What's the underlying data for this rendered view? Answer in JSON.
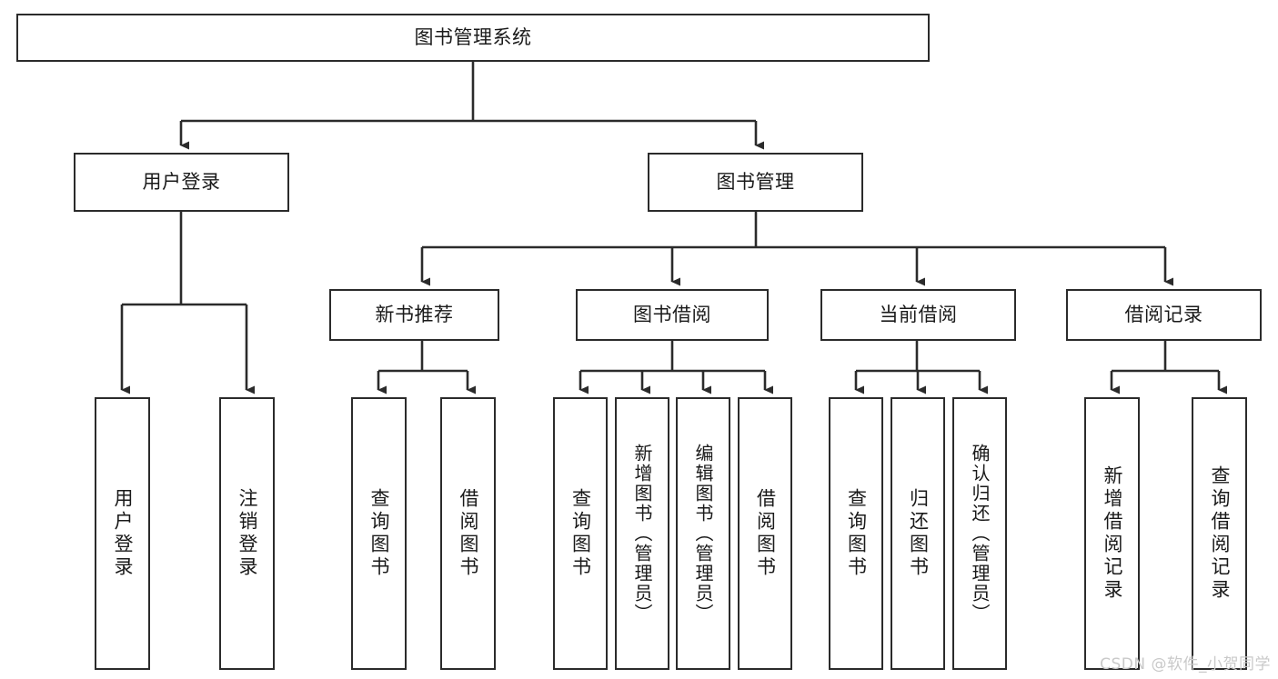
{
  "diagram": {
    "type": "tree-hierarchy",
    "root": {
      "label": "图书管理系统",
      "orientation": "horizontal"
    },
    "level2": [
      {
        "label": "用户登录",
        "orientation": "horizontal"
      },
      {
        "label": "图书管理",
        "orientation": "horizontal"
      }
    ],
    "level3": [
      {
        "label": "新书推荐",
        "orientation": "horizontal"
      },
      {
        "label": "图书借阅",
        "orientation": "horizontal"
      },
      {
        "label": "当前借阅",
        "orientation": "horizontal"
      },
      {
        "label": "借阅记录",
        "orientation": "horizontal"
      }
    ],
    "leaves": {
      "user_login": [
        {
          "label": "用户登录",
          "orientation": "vertical"
        },
        {
          "label": "注销登录",
          "orientation": "vertical"
        }
      ],
      "new_book_recommend": [
        {
          "label": "查询图书",
          "orientation": "vertical"
        },
        {
          "label": "借阅图书",
          "orientation": "vertical"
        }
      ],
      "book_borrow": [
        {
          "label": "查询图书",
          "orientation": "vertical"
        },
        {
          "label": "新增图书（管理员）",
          "orientation": "vertical"
        },
        {
          "label": "编辑图书（管理员）",
          "orientation": "vertical"
        },
        {
          "label": "借阅图书",
          "orientation": "vertical"
        }
      ],
      "current_borrow": [
        {
          "label": "查询图书",
          "orientation": "vertical"
        },
        {
          "label": "归还图书",
          "orientation": "vertical"
        },
        {
          "label": "确认归还（管理员）",
          "orientation": "vertical"
        }
      ],
      "borrow_record": [
        {
          "label": "新增借阅记录",
          "orientation": "vertical"
        },
        {
          "label": "查询借阅记录",
          "orientation": "vertical"
        }
      ]
    },
    "colors": {
      "box_border": "#2b2b2b",
      "box_fill": "#ffffff",
      "connector": "#2b2b2b",
      "text": "#1a1a1a",
      "watermark": "#c9c9c9",
      "background": "#ffffff"
    }
  },
  "watermark": {
    "text": "CSDN @软件_小贺同学"
  }
}
